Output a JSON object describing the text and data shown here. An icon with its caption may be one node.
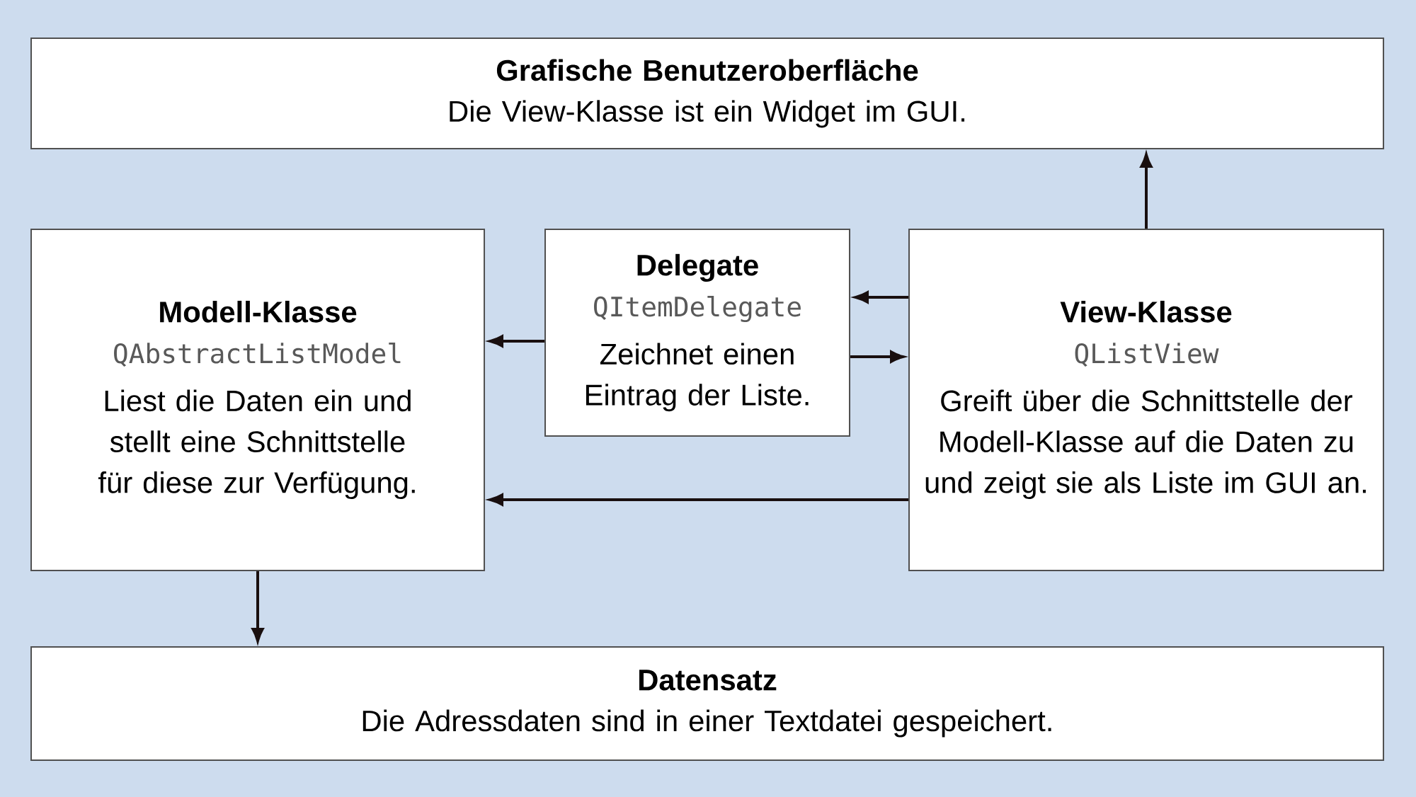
{
  "diagram": {
    "nodes": [
      {
        "text": [
          "Grafische Benutzeroberfläche",
          "Die View-Klasse ist ein Widget im GUI."
        ]
      },
      {
        "text": [
          "Modell-Klasse",
          "QAbstractListModel",
          "Liest die Daten ein und stellt eine Schnittstelle für diese zur Verfügung."
        ]
      },
      {
        "text": [
          "Delegate",
          "QItemDelegate",
          "Zeichnet einen Eintrag der Liste."
        ]
      },
      {
        "text": [
          "View-Klasse",
          "QListView",
          "Greift über die Schnittstelle der Modell-Klasse auf die Daten zu und zeigt sie als Liste im GUI an."
        ]
      },
      {
        "text": [
          "Datensatz",
          "Die Adressdaten sind in einer Textdatei gespeichert."
        ]
      }
    ],
    "edges": [
      {
        "from": 3,
        "to": 0,
        "arrow": "to"
      },
      {
        "from": 2,
        "to": 1,
        "arrow": "to"
      },
      {
        "from": 3,
        "to": 2,
        "arrow": "to"
      },
      {
        "from": 2,
        "to": 3,
        "arrow": "to"
      },
      {
        "from": 3,
        "to": 1,
        "arrow": "to"
      },
      {
        "from": 1,
        "to": 4,
        "arrow": "to"
      }
    ]
  }
}
